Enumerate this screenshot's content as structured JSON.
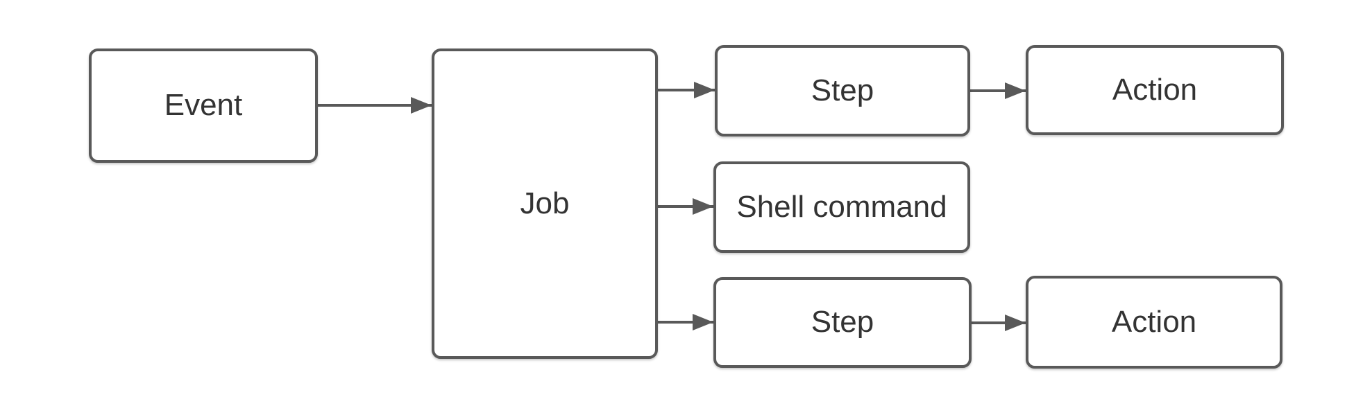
{
  "diagram": {
    "title": "workflow-diagram",
    "nodes": {
      "event": {
        "label": "Event"
      },
      "job": {
        "label": "Job"
      },
      "step_top": {
        "label": "Step"
      },
      "action_top": {
        "label": "Action"
      },
      "shell_command": {
        "label": "Shell command"
      },
      "step_bottom": {
        "label": "Step"
      },
      "action_bottom": {
        "label": "Action"
      }
    },
    "connectors": [
      {
        "from": "event",
        "to": "job"
      },
      {
        "from": "job",
        "to": "step_top"
      },
      {
        "from": "job",
        "to": "shell_command"
      },
      {
        "from": "job",
        "to": "step_bottom"
      },
      {
        "from": "step_top",
        "to": "action_top"
      },
      {
        "from": "step_bottom",
        "to": "action_bottom"
      }
    ],
    "colors": {
      "canvas_background": "#ffffff",
      "node_fill": "#ffffff",
      "node_border": "#595959",
      "label_text": "#333333",
      "arrow": "#595959"
    }
  }
}
